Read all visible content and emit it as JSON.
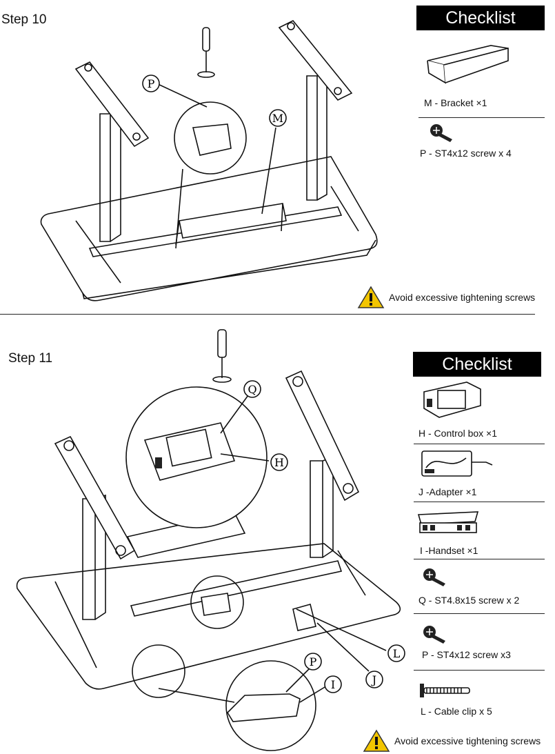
{
  "step10": {
    "title": "Step 10",
    "checklist_title": "Checklist",
    "items": [
      {
        "label": "M -  Bracket ×1",
        "icon": "bracket-icon"
      },
      {
        "label": "P - ST4x12 screw x 4",
        "icon": "screw-icon"
      }
    ],
    "warning": "Avoid excessive tightening screws",
    "callouts": [
      "P",
      "M"
    ]
  },
  "step11": {
    "title": "Step  11",
    "checklist_title": "Checklist",
    "items": [
      {
        "label": "H - Control box ×1",
        "icon": "control-box-icon"
      },
      {
        "label": "J -Adapter ×1",
        "icon": "adapter-icon"
      },
      {
        "label": "I -Handset ×1",
        "icon": "handset-icon"
      },
      {
        "label": "Q - ST4.8x15 screw x 2",
        "icon": "screw-icon"
      },
      {
        "label": "P - ST4x12 screw x3",
        "icon": "screw-icon"
      },
      {
        "label": "L - Cable clip x  5",
        "icon": "cable-clip-icon"
      }
    ],
    "warning": "Avoid excessive tightening screws",
    "callouts": [
      "Q",
      "H",
      "L",
      "J",
      "P",
      "I"
    ]
  }
}
